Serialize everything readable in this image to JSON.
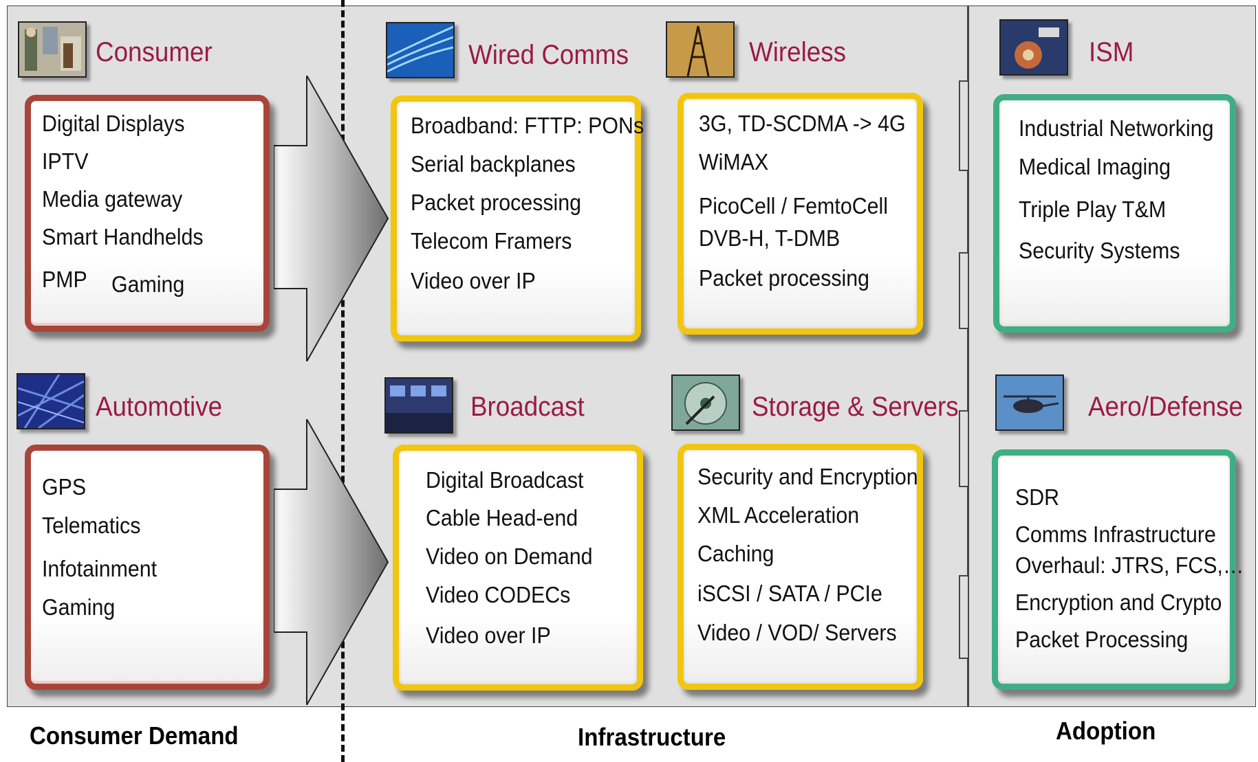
{
  "sections": {
    "consumer": {
      "title": "Consumer",
      "thumb_icon": "people-photo-icon"
    },
    "automotive": {
      "title": "Automotive",
      "thumb_icon": "city-map-icon"
    },
    "wired": {
      "title": "Wired Comms",
      "thumb_icon": "fiber-optic-icon"
    },
    "wireless": {
      "title": "Wireless",
      "thumb_icon": "radio-tower-icon"
    },
    "broadcast": {
      "title": "Broadcast",
      "thumb_icon": "control-room-icon"
    },
    "storage": {
      "title": "Storage & Servers",
      "thumb_icon": "hard-disk-icon"
    },
    "ism": {
      "title": "ISM",
      "thumb_icon": "industrial-machine-icon"
    },
    "aero": {
      "title": "Aero/Defense",
      "thumb_icon": "helicopter-icon"
    }
  },
  "cards": {
    "consumer": {
      "items": [
        "Digital Displays",
        "IPTV",
        "Media gateway",
        "Smart Handhelds",
        "PMP",
        "Gaming"
      ]
    },
    "automotive": {
      "items": [
        "GPS",
        "Telematics",
        "Infotainment",
        "Gaming"
      ]
    },
    "wired": {
      "items": [
        "Broadband: FTTP: PONs",
        "Serial backplanes",
        "Packet processing",
        "Telecom Framers",
        "Video over IP"
      ]
    },
    "wireless": {
      "items": [
        "3G, TD-SCDMA  -> 4G",
        "WiMAX",
        "PicoCell / FemtoCell",
        "DVB-H, T-DMB",
        "Packet processing"
      ]
    },
    "broadcast": {
      "items": [
        "Digital Broadcast",
        "Cable Head-end",
        "Video on Demand",
        "Video CODECs",
        "Video over IP"
      ]
    },
    "storage": {
      "items": [
        "Security and Encryption",
        "XML Acceleration",
        "Caching",
        "iSCSI / SATA / PCIe",
        "Video / VOD/  Servers"
      ]
    },
    "ism": {
      "items": [
        "Industrial Networking",
        "Medical Imaging",
        "Triple Play T&M",
        "Security Systems"
      ]
    },
    "aero": {
      "items": [
        "SDR",
        "Comms Infrastructure",
        "Overhaul: JTRS, FCS,…",
        "Encryption and Crypto",
        "Packet Processing"
      ]
    }
  },
  "footer": {
    "consumer_demand": "Consumer Demand",
    "infrastructure": "Infrastructure",
    "adoption": "Adoption"
  },
  "colors": {
    "title": "#9a1a45",
    "consumer_border": "#a8453a",
    "infrastructure_border": "#f2c60f",
    "adoption_border": "#3fae86",
    "panel": "#e0e0e0"
  }
}
